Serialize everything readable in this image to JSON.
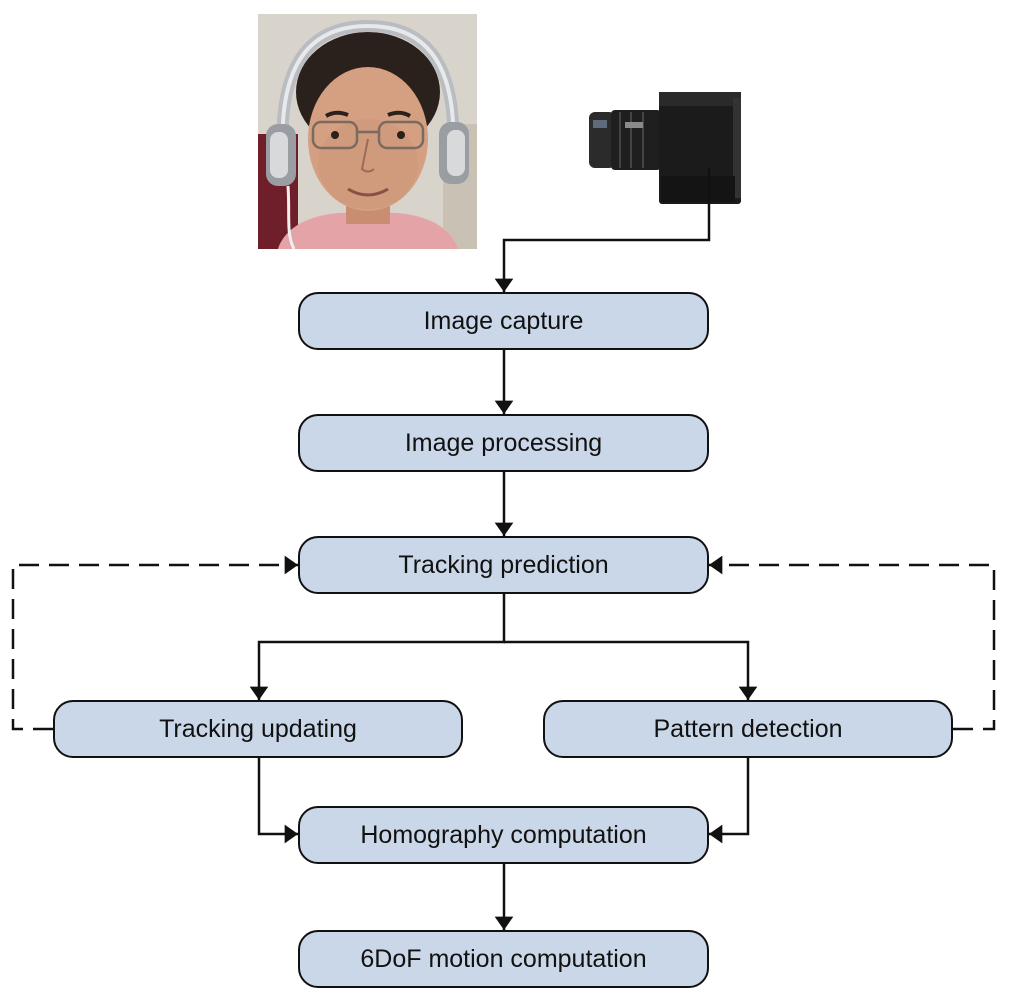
{
  "diagram": {
    "nodes": {
      "image_capture": "Image capture",
      "image_processing": "Image processing",
      "tracking_prediction": "Tracking prediction",
      "tracking_updating": "Tracking updating",
      "pattern_detection": "Pattern detection",
      "homography_computation": "Homography computation",
      "motion_computation": "6DoF motion computation"
    },
    "edges": [
      {
        "from": "camera",
        "to": "image_capture",
        "style": "solid"
      },
      {
        "from": "image_capture",
        "to": "image_processing",
        "style": "solid"
      },
      {
        "from": "image_processing",
        "to": "tracking_prediction",
        "style": "solid"
      },
      {
        "from": "tracking_prediction",
        "to": "tracking_updating",
        "style": "solid"
      },
      {
        "from": "tracking_prediction",
        "to": "pattern_detection",
        "style": "solid"
      },
      {
        "from": "tracking_updating",
        "to": "homography_computation",
        "style": "solid"
      },
      {
        "from": "pattern_detection",
        "to": "homography_computation",
        "style": "solid"
      },
      {
        "from": "homography_computation",
        "to": "motion_computation",
        "style": "solid"
      },
      {
        "from": "tracking_updating",
        "to": "tracking_prediction",
        "style": "dashed"
      },
      {
        "from": "pattern_detection",
        "to": "tracking_prediction",
        "style": "dashed"
      }
    ],
    "images": {
      "photo": "person-wearing-headphones-photo",
      "camera": "industrial-camera-photo"
    },
    "colors": {
      "node_fill": "#cad7e8",
      "stroke": "#111111"
    }
  }
}
